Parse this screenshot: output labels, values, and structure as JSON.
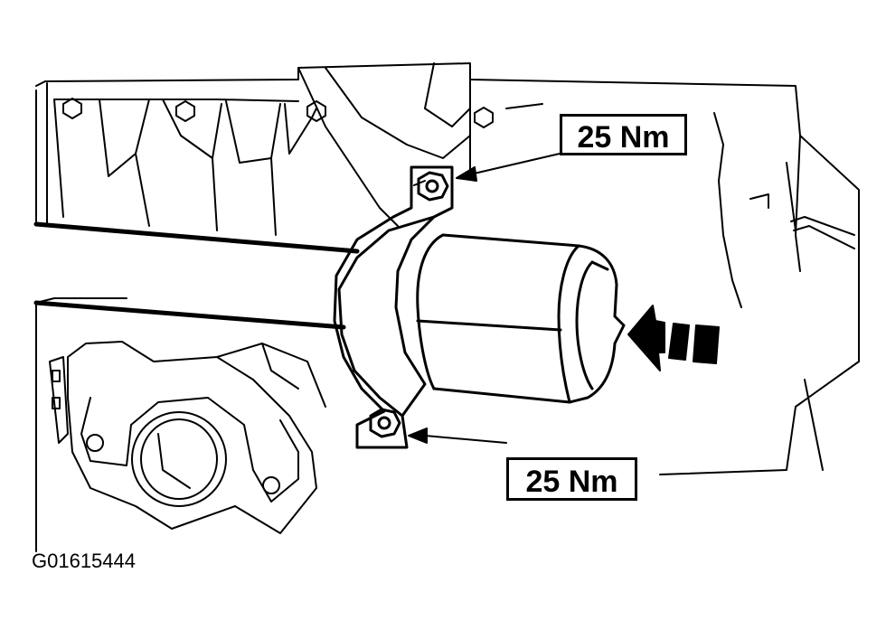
{
  "callouts": {
    "top_torque": "25 Nm",
    "bottom_torque": "25 Nm"
  },
  "figure_id": "G01615444",
  "icons": {
    "flow_arrow": "direction-arrow-icon",
    "nut": "nut-icon"
  },
  "colors": {
    "line": "#000000",
    "background": "#ffffff"
  }
}
